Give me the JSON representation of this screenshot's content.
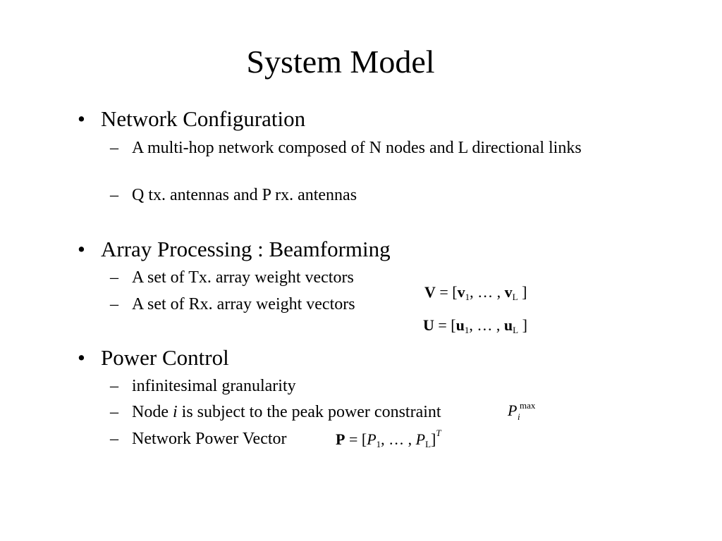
{
  "title": "System Model",
  "bullets": [
    {
      "text": "Network Configuration",
      "subs": [
        "A multi-hop network composed of N nodes and L directional links",
        "Q tx. antennas and P rx. antennas"
      ]
    },
    {
      "text": "Array Processing : Beamforming",
      "subs": [
        "A set of Tx. array weight vectors",
        "A set of Rx. array weight vectors"
      ]
    },
    {
      "text": "Power Control",
      "subs": [
        "infinitesimal granularity",
        "Network Power Vector"
      ]
    }
  ],
  "node_constraint": {
    "before": "Node ",
    "var": "i",
    "after": " is subject to the peak power constraint"
  },
  "symbols": {
    "bullet": "•",
    "dash": "–"
  },
  "formulas": {
    "tx_vectors": {
      "lhs": "V",
      "eq": " = [",
      "first": "v",
      "first_sub": "1",
      "sep": ",  … , ",
      "last": "v",
      "last_sub": "L",
      "close": " ]"
    },
    "rx_vectors": {
      "lhs": "U",
      "eq": " = [",
      "first": "u",
      "first_sub": "1",
      "sep": ",  … , ",
      "last": "u",
      "last_sub": "L",
      "close": " ]"
    },
    "peak_power": {
      "base": "P",
      "sub": "i",
      "sup": "max"
    },
    "power_vector": {
      "lhs": "P",
      "eq": " = [",
      "first": "P",
      "first_sub": "1",
      "sep": ",  … , ",
      "last": "P",
      "last_sub": "L",
      "close": "]",
      "sup": "T"
    }
  }
}
